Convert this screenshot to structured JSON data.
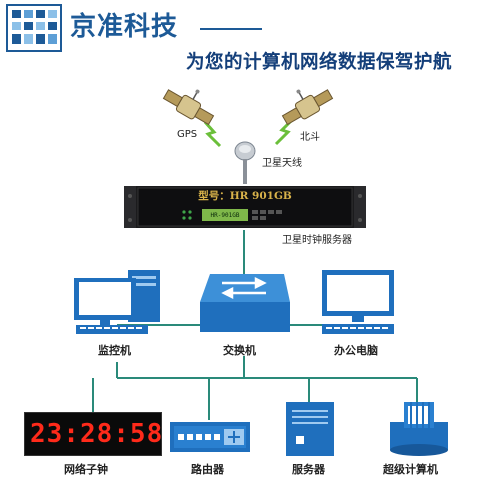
{
  "brand": {
    "name": "京准科技",
    "slogan": "为您的计算机网络数据保驾护航"
  },
  "satellites": {
    "gps_label": "GPS",
    "beidou_label": "北斗"
  },
  "antenna": {
    "label": "卫星天线"
  },
  "time_server": {
    "model_label": "型号：HR 901GB",
    "label": "卫星时钟服务器",
    "display_text": "HR-901GB"
  },
  "tier2": {
    "monitor_label": "监控机",
    "switch_label": "交换机",
    "office_pc_label": "办公电脑"
  },
  "tier3": {
    "clock_display": "23:28:58",
    "clock_label": "网络子钟",
    "router_label": "路由器",
    "server_label": "服务器",
    "supercomputer_label": "超级计算机"
  },
  "colors": {
    "brand": "#1d5a97",
    "line": "#2a8a7a",
    "device_blue": "#1f6fbd",
    "clock_red": "#ff2a1a"
  }
}
